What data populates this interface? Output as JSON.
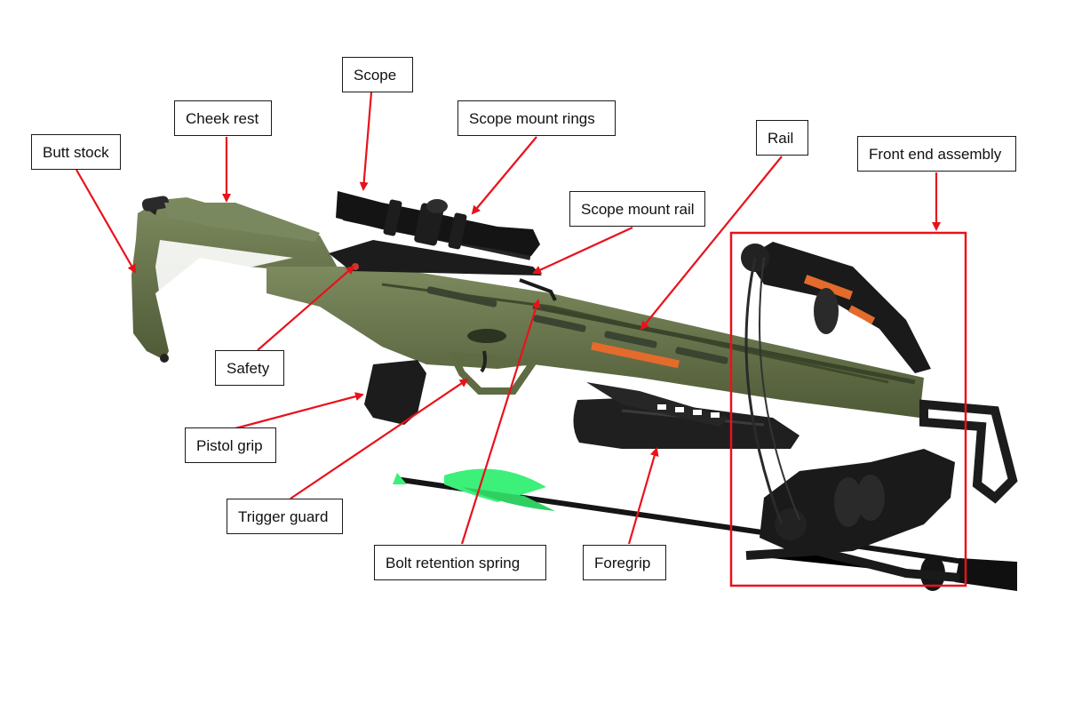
{
  "labels": {
    "scope": "Scope",
    "cheek_rest": "Cheek rest",
    "scope_mount_rings": "Scope mount rings",
    "rail": "Rail",
    "front_end_assembly": "Front end assembly",
    "butt_stock": "Butt stock",
    "scope_mount_rail": "Scope mount rail",
    "safety": "Safety",
    "pistol_grip": "Pistol grip",
    "trigger_guard": "Trigger guard",
    "bolt_retention_spring": "Bolt retention spring",
    "foregrip": "Foregrip"
  },
  "colors": {
    "stock_green": "#5e6b43",
    "stock_light": "#76845a",
    "black_parts": "#1c1c1c",
    "arrow_red": "#e8121b",
    "fletch_green": "#3cf07a",
    "label_border": "#1a1a1a"
  }
}
